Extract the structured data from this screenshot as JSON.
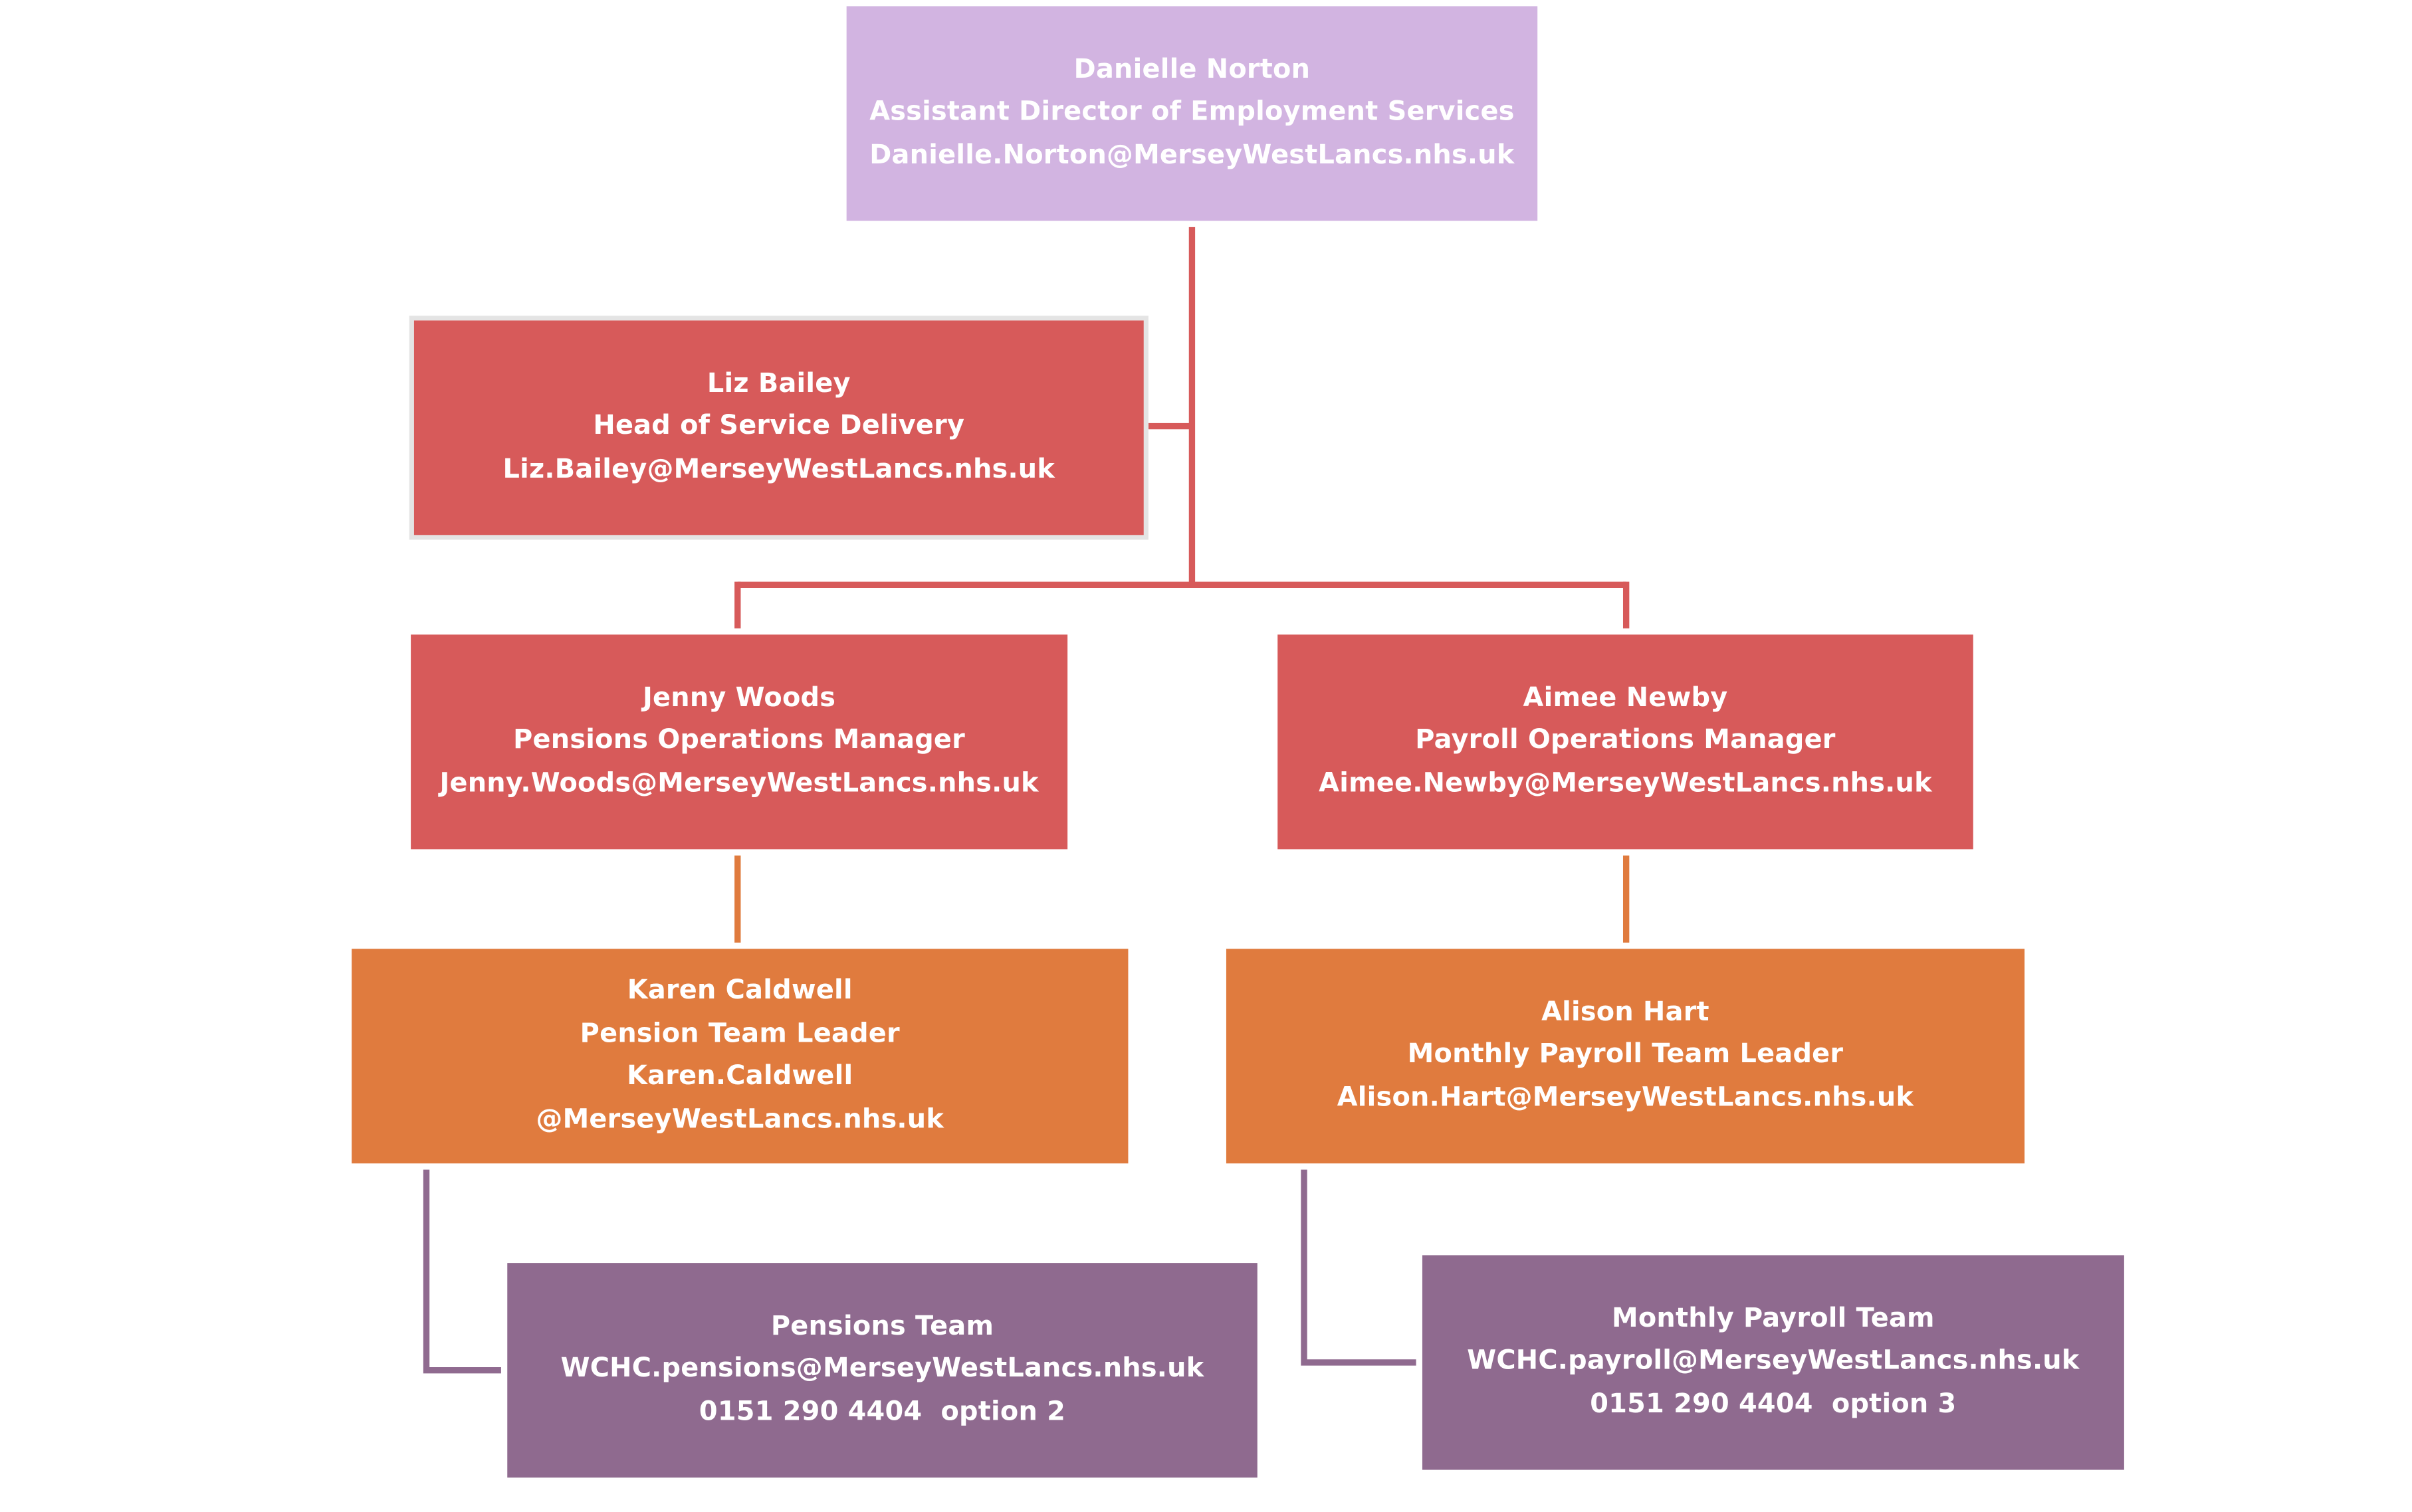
{
  "colors": {
    "director": "#d2b4e1",
    "manager": "#d75a5a",
    "team_leader": "#e07b3e",
    "team": "#8f6a8f",
    "connector_red": "#d75a5a",
    "connector_orange": "#e07b3e",
    "connector_purple": "#8f6a8f"
  },
  "director": {
    "name": "Danielle Norton",
    "role": "Assistant Director of Employment Services",
    "email": "Danielle.Norton@MerseyWestLancs.nhs.uk"
  },
  "liz": {
    "name": "Liz Bailey",
    "role": "Head of Service Delivery",
    "email": "Liz.Bailey@MerseyWestLancs.nhs.uk"
  },
  "jenny": {
    "name": "Jenny Woods",
    "role": "Pensions Operations Manager",
    "email": "Jenny.Woods@MerseyWestLancs.nhs.uk"
  },
  "aimee": {
    "name": "Aimee Newby",
    "role": "Payroll Operations Manager",
    "email": "Aimee.Newby@MerseyWestLancs.nhs.uk"
  },
  "karen": {
    "name": "Karen Caldwell",
    "role": "Pension Team Leader",
    "email_line1": "Karen.Caldwell",
    "email_line2": "@MerseyWestLancs.nhs.uk"
  },
  "alison": {
    "name": "Alison Hart",
    "role": "Monthly Payroll Team Leader",
    "email": "Alison.Hart@MerseyWestLancs.nhs.uk"
  },
  "pensions_team": {
    "name": "Pensions Team",
    "email": "WCHC.pensions@MerseyWestLancs.nhs.uk",
    "phone": "0151 290 4404  option 2"
  },
  "payroll_team": {
    "name": "Monthly Payroll Team",
    "email": "WCHC.payroll@MerseyWestLancs.nhs.uk",
    "phone": "0151 290 4404  option 3"
  }
}
